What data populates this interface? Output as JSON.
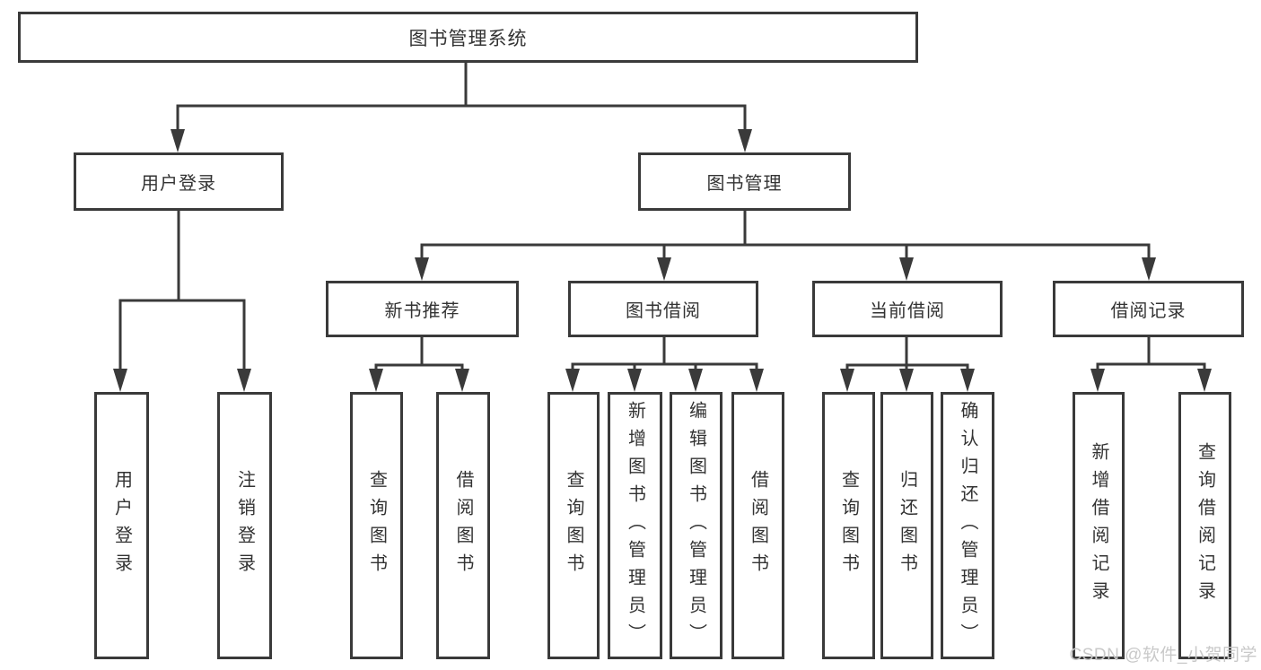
{
  "diagram": {
    "root": "图书管理系统",
    "user": {
      "label": "用户登录",
      "children": [
        "用户登录",
        "注销登录"
      ]
    },
    "management": {
      "label": "图书管理",
      "sections": [
        {
          "label": "新书推荐",
          "children": [
            "查询图书",
            "借阅图书"
          ]
        },
        {
          "label": "图书借阅",
          "children": [
            "查询图书",
            "新增图书（管理员）",
            "编辑图书（管理员）",
            "借阅图书"
          ]
        },
        {
          "label": "当前借阅",
          "children": [
            "查询图书",
            "归还图书",
            "确认归还（管理员）"
          ]
        },
        {
          "label": "借阅记录",
          "children": [
            "新增借阅记录",
            "查询借阅记录"
          ]
        }
      ]
    }
  },
  "colors": {
    "line": "#3a3a3a",
    "box_border": "#3a3a3a",
    "text": "#333333",
    "background": "#ffffff",
    "watermark": "#c9c9c9"
  },
  "watermark": "CSDN @软件_小贺同学"
}
